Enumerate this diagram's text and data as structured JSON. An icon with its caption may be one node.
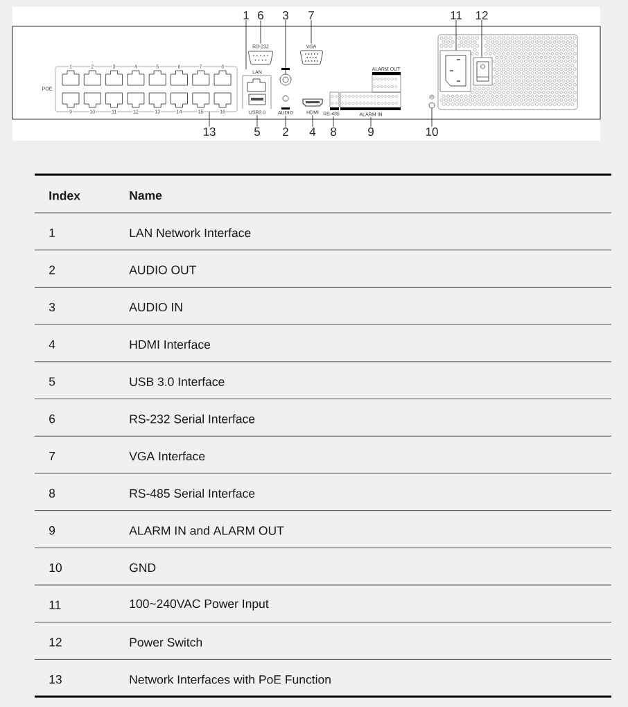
{
  "diagram": {
    "nodes": [
      {
        "text": [
          "1"
        ]
      },
      {
        "text": [
          "6"
        ]
      },
      {
        "text": [
          "3"
        ]
      },
      {
        "text": [
          "7"
        ]
      },
      {
        "text": [
          "11"
        ]
      },
      {
        "text": [
          "12"
        ]
      },
      {
        "text": [
          "13"
        ]
      },
      {
        "text": [
          "5"
        ]
      },
      {
        "text": [
          "2"
        ]
      },
      {
        "text": [
          "4"
        ]
      },
      {
        "text": [
          "8"
        ]
      },
      {
        "text": [
          "9"
        ]
      },
      {
        "text": [
          "10"
        ]
      },
      {
        "text": [
          "LAN"
        ]
      },
      {
        "text": [
          "RS-232"
        ]
      },
      {
        "text": [],
        "shape": "circle"
      },
      {
        "text": [
          "VGA"
        ]
      },
      {
        "text": [],
        "shape": "picture",
        "beside": [
          "POE"
        ]
      },
      {
        "text": [],
        "shape": "picture"
      },
      {
        "text": [],
        "shape": "picture"
      },
      {
        "text": [
          "USB3.0"
        ]
      },
      {
        "text": [
          "AUDIO"
        ]
      },
      {
        "text": [
          "HDMI"
        ]
      },
      {
        "text": [
          "RS-485"
        ]
      },
      {
        "text": [
          "ALARM OUT",
          "ALARM IN"
        ]
      },
      {
        "text": [],
        "shape": "circle"
      }
    ],
    "edges": [
      {
        "from": 0,
        "to": 13,
        "arrow": "none"
      },
      {
        "from": 1,
        "to": 14,
        "arrow": "none"
      },
      {
        "from": 2,
        "to": 15,
        "arrow": "none"
      },
      {
        "from": 3,
        "to": 16,
        "arrow": "none"
      },
      {
        "from": 4,
        "to": 18,
        "arrow": "none"
      },
      {
        "from": 5,
        "to": 19,
        "arrow": "none"
      },
      {
        "from": 6,
        "to": 17,
        "arrow": "none"
      },
      {
        "from": 7,
        "to": 20,
        "arrow": "none"
      },
      {
        "from": 8,
        "to": 21,
        "arrow": "none"
      },
      {
        "from": 9,
        "to": 22,
        "arrow": "none"
      },
      {
        "from": 10,
        "to": 23,
        "arrow": "none"
      },
      {
        "from": 11,
        "to": 24,
        "arrow": "none"
      },
      {
        "from": 12,
        "to": 25,
        "arrow": "none"
      }
    ],
    "labels": [
      "1",
      "2",
      "3",
      "4",
      "5",
      "6",
      "7",
      "8",
      "9",
      "10",
      "11",
      "12",
      "13",
      "14",
      "15",
      "16",
      "Index",
      "Name",
      "1",
      "LAN Network Interface",
      "2",
      "AUDIO OUT",
      "3",
      "AUDIO IN",
      "4",
      "HDMI Interface",
      "5",
      "USB 3.0 Interface",
      "6",
      "RS-232 Serial Interface",
      "7",
      "VGA Interface",
      "8",
      "RS-485 Serial Interface",
      "9",
      "ALARM IN and ALARM OUT",
      "10",
      "GND",
      "11",
      "100~240VAC Power Input",
      "12",
      "Power Switch",
      "13",
      "Network Interfaces with PoE Function"
    ]
  }
}
